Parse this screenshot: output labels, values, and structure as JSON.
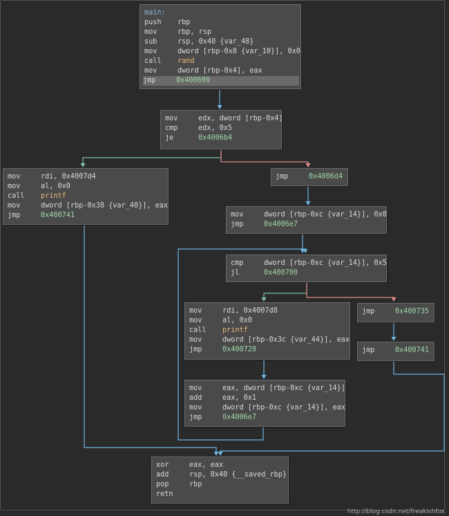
{
  "colors": {
    "edge_unconditional": "#6fb4e0",
    "edge_true": "#7fc3a2",
    "edge_false": "#e08a8a",
    "block_bg": "#4a4a4a",
    "background": "#2a2a2a"
  },
  "blocks": {
    "main": {
      "label": "main:",
      "lines": [
        {
          "mn": "push",
          "op": "rbp"
        },
        {
          "mn": "mov",
          "op": "rbp, rsp"
        },
        {
          "mn": "sub",
          "op": "rsp, 0x40 {var_48}"
        },
        {
          "mn": "mov",
          "op": "dword [rbp-0x8 {var_10}], 0x0"
        },
        {
          "mn": "call",
          "op": "rand"
        },
        {
          "mn": "mov",
          "op": "dword [rbp-0x4], eax"
        },
        {
          "mn": "jmp",
          "op": "0x400699"
        }
      ]
    },
    "b2": {
      "lines": [
        {
          "mn": "mov",
          "op": "edx, dword [rbp-0x4]"
        },
        {
          "mn": "cmp",
          "op": "edx, 0x5"
        },
        {
          "mn": "je",
          "op": "0x4006b4"
        }
      ]
    },
    "b3": {
      "lines": [
        {
          "mn": "mov",
          "op": "rdi, 0x4007d4"
        },
        {
          "mn": "mov",
          "op": "al, 0x0"
        },
        {
          "mn": "call",
          "op": "printf"
        },
        {
          "mn": "mov",
          "op": "dword [rbp-0x38 {var_40}], eax"
        },
        {
          "mn": "jmp",
          "op": "0x400741"
        }
      ]
    },
    "b4": {
      "lines": [
        {
          "mn": "jmp",
          "op": "0x4006d4"
        }
      ]
    },
    "b5": {
      "lines": [
        {
          "mn": "mov",
          "op": "dword [rbp-0xc {var_14}], 0x0"
        },
        {
          "mn": "jmp",
          "op": "0x4006e7"
        }
      ]
    },
    "b6": {
      "lines": [
        {
          "mn": "cmp",
          "op": "dword [rbp-0xc {var_14}], 0x5"
        },
        {
          "mn": "jl",
          "op": "0x400700"
        }
      ]
    },
    "b7": {
      "lines": [
        {
          "mn": "mov",
          "op": "rdi, 0x4007d8"
        },
        {
          "mn": "mov",
          "op": "al, 0x0"
        },
        {
          "mn": "call",
          "op": "printf"
        },
        {
          "mn": "mov",
          "op": "dword [rbp-0x3c {var_44}], eax"
        },
        {
          "mn": "jmp",
          "op": "0x400720"
        }
      ]
    },
    "b8": {
      "lines": [
        {
          "mn": "jmp",
          "op": "0x400735"
        }
      ]
    },
    "b9": {
      "lines": [
        {
          "mn": "jmp",
          "op": "0x400741"
        }
      ]
    },
    "b10": {
      "lines": [
        {
          "mn": "mov",
          "op": "eax, dword [rbp-0xc {var_14}]"
        },
        {
          "mn": "add",
          "op": "eax, 0x1"
        },
        {
          "mn": "mov",
          "op": "dword [rbp-0xc {var_14}], eax"
        },
        {
          "mn": "jmp",
          "op": "0x4006e7"
        }
      ]
    },
    "b11": {
      "lines": [
        {
          "mn": "xor",
          "op": "eax, eax"
        },
        {
          "mn": "add",
          "op": "rsp, 0x40 {__saved_rbp}"
        },
        {
          "mn": "pop",
          "op": "rbp"
        },
        {
          "mn": "retn",
          "op": ""
        }
      ]
    }
  },
  "watermark": "http://blog.csdn.net/freakishfox"
}
